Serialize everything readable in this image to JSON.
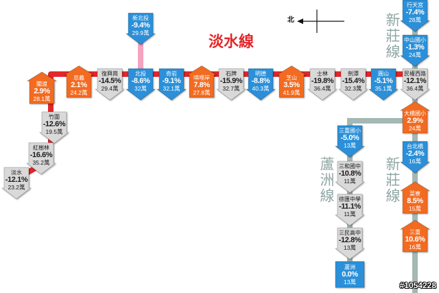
{
  "title": "淡水線",
  "compass": {
    "north": "北",
    "icon": "north-arrow-icon"
  },
  "line_labels": {
    "xinzhuang_upper": "新莊線",
    "xinzhuang_lower": "新莊線",
    "luzhou": "蘆洲線"
  },
  "colors": {
    "tamsui_line": "#e3262a",
    "xinbeitou_branch": "#f5a3bf",
    "xinzhuang_luzhou_line": "#a4b8b4",
    "title": "#e3262a",
    "line_label": "#8fa7a3"
  },
  "watermark": "#1054228",
  "stations": {
    "tamsui": {
      "name": "淡水",
      "change": "-12.1%",
      "riders": "23.2萬",
      "icon": "arrow-down-icon",
      "fill": "#d9d9d9",
      "ink": "#1a1a1a"
    },
    "hongshulin": {
      "name": "紅樹林",
      "change": "-16.6%",
      "riders": "35.2萬",
      "icon": "arrow-down-icon",
      "fill": "#d9d9d9",
      "ink": "#1a1a1a"
    },
    "zhuwei": {
      "name": "竹圍",
      "change": "-12.6%",
      "riders": "19.5萬",
      "icon": "arrow-down-icon",
      "fill": "#d9d9d9",
      "ink": "#1a1a1a"
    },
    "guandu": {
      "name": "關渡",
      "change": "2.9%",
      "riders": "28.1萬",
      "icon": "arrow-up-icon",
      "fill": "#f26b21",
      "ink": "#ffffff"
    },
    "zhongyi": {
      "name": "忠義",
      "change": "2.1%",
      "riders": "24.2萬",
      "icon": "arrow-up-icon",
      "fill": "#f26b21",
      "ink": "#ffffff"
    },
    "fuxinggang": {
      "name": "復興崗",
      "change": "-14.5%",
      "riders": "29.4萬",
      "icon": "arrow-down-icon",
      "fill": "#d9d9d9",
      "ink": "#1a1a1a"
    },
    "beitou": {
      "name": "北投",
      "change": "-8.6%",
      "riders": "32萬",
      "icon": "arrow-down-icon",
      "fill": "#2b90d9",
      "ink": "#ffffff"
    },
    "xinbeitou": {
      "name": "新北投",
      "change": "-9.4%",
      "riders": "29.9萬",
      "icon": "arrow-down-icon",
      "fill": "#2b90d9",
      "ink": "#ffffff"
    },
    "qiyan": {
      "name": "奇岩",
      "change": "-9.1%",
      "riders": "32.1萬",
      "icon": "arrow-down-icon",
      "fill": "#2b90d9",
      "ink": "#ffffff"
    },
    "qilian": {
      "name": "唭哩岸",
      "change": "7.8%",
      "riders": "27.8萬",
      "icon": "arrow-up-icon",
      "fill": "#f26b21",
      "ink": "#ffffff"
    },
    "shipai": {
      "name": "石牌",
      "change": "-15.9%",
      "riders": "32.7萬",
      "icon": "arrow-down-icon",
      "fill": "#d9d9d9",
      "ink": "#1a1a1a"
    },
    "mingde": {
      "name": "明德",
      "change": "-8.8%",
      "riders": "40.3萬",
      "icon": "arrow-down-icon",
      "fill": "#2b90d9",
      "ink": "#ffffff"
    },
    "zhishan": {
      "name": "芝山",
      "change": "3.5%",
      "riders": "41.9萬",
      "icon": "arrow-up-icon",
      "fill": "#f26b21",
      "ink": "#ffffff"
    },
    "shilin": {
      "name": "士林",
      "change": "-19.8%",
      "riders": "36.4萬",
      "icon": "arrow-down-icon",
      "fill": "#d9d9d9",
      "ink": "#1a1a1a"
    },
    "jiantan": {
      "name": "劍潭",
      "change": "-15.4%",
      "riders": "32.3萬",
      "icon": "arrow-down-icon",
      "fill": "#d9d9d9",
      "ink": "#1a1a1a"
    },
    "yuanshan": {
      "name": "圓山",
      "change": "-5.1%",
      "riders": "35.1萬",
      "icon": "arrow-down-icon",
      "fill": "#2b90d9",
      "ink": "#ffffff"
    },
    "minquan_w": {
      "name": "民權西路",
      "change": "-12.1%",
      "riders": "36.4萬",
      "icon": "arrow-down-icon",
      "fill": "#d9d9d9",
      "ink": "#1a1a1a"
    },
    "xingtiangong": {
      "name": "行天宮",
      "change": "-7.4%",
      "riders": "28萬",
      "icon": "arrow-down-icon",
      "fill": "#2b90d9",
      "ink": "#ffffff"
    },
    "zhongshan_es": {
      "name": "中山國小",
      "change": "-1.3%",
      "riders": "24萬",
      "icon": "arrow-down-icon",
      "fill": "#2b90d9",
      "ink": "#ffffff"
    },
    "daqiao_es": {
      "name": "大橋國小",
      "change": "2.9%",
      "riders": "24萬",
      "icon": "arrow-up-icon",
      "fill": "#f26b21",
      "ink": "#ffffff"
    },
    "taipei_bridge": {
      "name": "台北橋",
      "change": "-2.4%",
      "riders": "16萬",
      "icon": "arrow-down-icon",
      "fill": "#2b90d9",
      "ink": "#ffffff"
    },
    "cailiao": {
      "name": "菜寮",
      "change": "8.5%",
      "riders": "15萬",
      "icon": "arrow-up-icon",
      "fill": "#f26b21",
      "ink": "#ffffff"
    },
    "sanchong": {
      "name": "三重",
      "change": "10.6%",
      "riders": "16萬",
      "icon": "arrow-up-icon",
      "fill": "#f26b21",
      "ink": "#ffffff"
    },
    "sanchong_es": {
      "name": "三重國小",
      "change": "-5.0%",
      "riders": "13萬",
      "icon": "arrow-down-icon",
      "fill": "#2b90d9",
      "ink": "#ffffff"
    },
    "sanhe_jhs": {
      "name": "三和國中",
      "change": "-10.8%",
      "riders": "11萬",
      "icon": "arrow-down-icon",
      "fill": "#d9d9d9",
      "ink": "#1a1a1a"
    },
    "st_ignatius": {
      "name": "徐匯中學",
      "change": "-11.1%",
      "riders": "11萬",
      "icon": "arrow-down-icon",
      "fill": "#d9d9d9",
      "ink": "#1a1a1a"
    },
    "sanmin_hs": {
      "name": "三民高中",
      "change": "-12.8%",
      "riders": "13萬",
      "icon": "arrow-down-icon",
      "fill": "#d9d9d9",
      "ink": "#1a1a1a"
    },
    "luzhou": {
      "name": "蘆洲",
      "change": "0.0%",
      "riders": "13萬",
      "icon": "box-icon",
      "fill": "#2b90d9",
      "ink": "#ffffff"
    }
  }
}
